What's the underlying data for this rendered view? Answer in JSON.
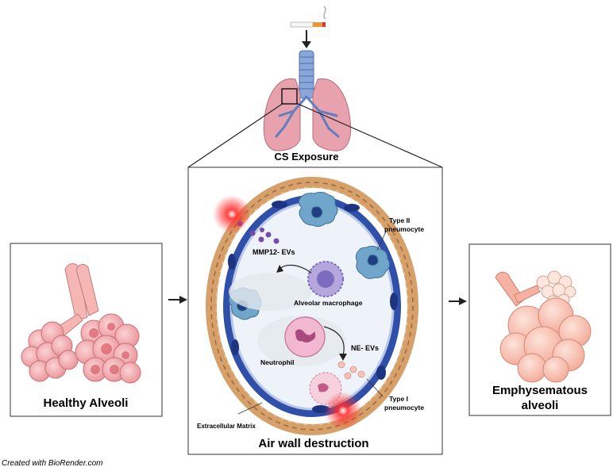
{
  "top": {
    "exposure_label": "CS Exposure"
  },
  "left_panel": {
    "title": "Healthy Alveoli"
  },
  "center_panel": {
    "title": "Air wall destruction",
    "labels": {
      "type2": "Type II\npneumocyte",
      "mmp12": "MMP12- EVs",
      "macrophage": "Alveolar macrophage",
      "neutrophil": "Neutrophil",
      "ne_evs": "NE- EVs",
      "type1": "Type I\npneumocyte",
      "ecm": "Extracellular Matrix"
    }
  },
  "right_panel": {
    "title": "Emphysematous\nalveoli"
  },
  "credit": "Created with BioRender.com",
  "colors": {
    "lung_pink": "#e7a2ad",
    "airway_blue": "#6f8fc9",
    "cell_blue": "#6fa6c9",
    "matrix_tan": "#d6a06a",
    "wall_blue": "#2f4fa8",
    "lumen": "#eef3f9",
    "macrophage_purple": "#b5a7de",
    "ev_purple": "#7a4aa8",
    "neutrophil_pink": "#f1b8cf",
    "red_glow": "#ff2b2b",
    "alveoli_pink": "#f2a8a8"
  }
}
